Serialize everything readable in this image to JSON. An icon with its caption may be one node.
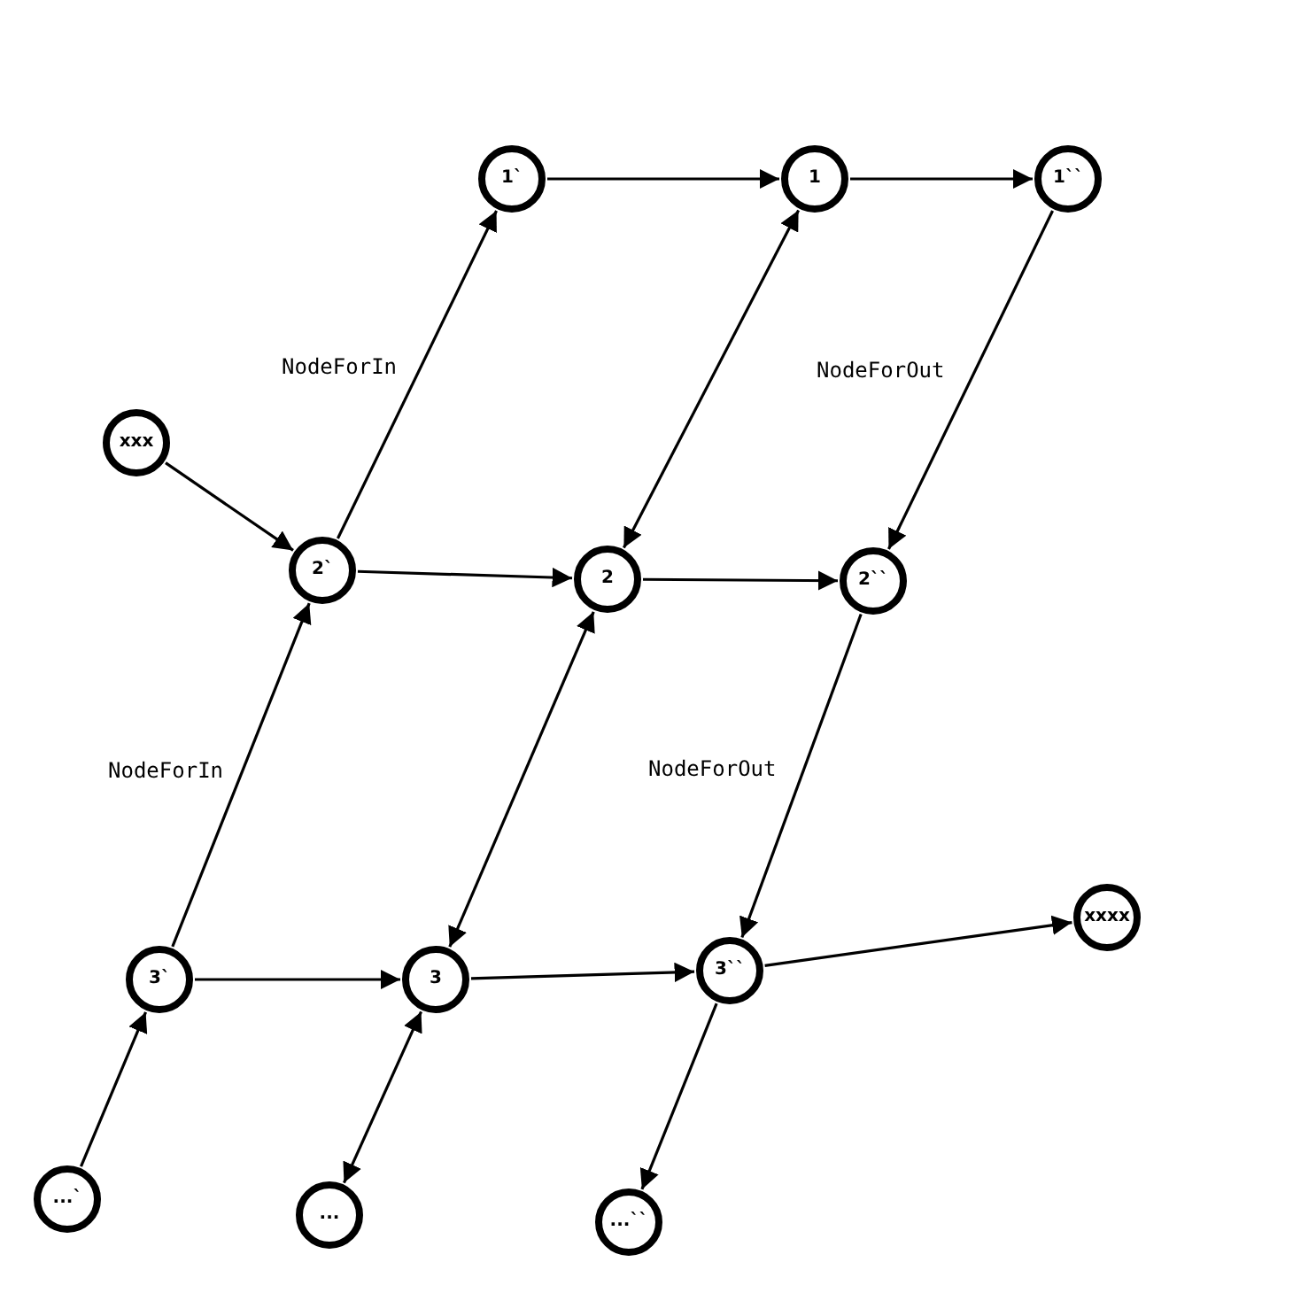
{
  "diagram": {
    "nodes": [
      {
        "text": [
          "1`"
        ]
      },
      {
        "text": [
          "1"
        ]
      },
      {
        "text": [
          "1``"
        ]
      },
      {
        "text": [
          "xxx"
        ]
      },
      {
        "text": [
          "2`"
        ]
      },
      {
        "text": [
          "2"
        ]
      },
      {
        "text": [
          "2``"
        ]
      },
      {
        "text": [
          "3`"
        ]
      },
      {
        "text": [
          "3"
        ]
      },
      {
        "text": [
          "3``"
        ]
      },
      {
        "text": [
          "xxxx"
        ]
      },
      {
        "text": [
          "...`"
        ]
      },
      {
        "text": [
          "..."
        ]
      },
      {
        "text": [
          "...``"
        ]
      }
    ],
    "edges": [
      {
        "from": 0,
        "to": 1,
        "arrow": "to"
      },
      {
        "from": 1,
        "to": 2,
        "arrow": "to"
      },
      {
        "from": 4,
        "to": 0,
        "arrow": "to",
        "label": "NodeForIn"
      },
      {
        "from": 1,
        "to": 5,
        "arrow": "both"
      },
      {
        "from": 2,
        "to": 6,
        "arrow": "to",
        "label": "NodeForOut"
      },
      {
        "from": 3,
        "to": 4,
        "arrow": "to"
      },
      {
        "from": 4,
        "to": 5,
        "arrow": "to"
      },
      {
        "from": 5,
        "to": 6,
        "arrow": "to"
      },
      {
        "from": 7,
        "to": 4,
        "arrow": "to",
        "label": "NodeForIn"
      },
      {
        "from": 5,
        "to": 8,
        "arrow": "both"
      },
      {
        "from": 6,
        "to": 9,
        "arrow": "to",
        "label": "NodeForOut"
      },
      {
        "from": 7,
        "to": 8,
        "arrow": "to"
      },
      {
        "from": 8,
        "to": 9,
        "arrow": "to"
      },
      {
        "from": 9,
        "to": 10,
        "arrow": "to"
      },
      {
        "from": 11,
        "to": 7,
        "arrow": "to"
      },
      {
        "from": 8,
        "to": 12,
        "arrow": "both"
      },
      {
        "from": 9,
        "to": 13,
        "arrow": "to"
      }
    ]
  }
}
